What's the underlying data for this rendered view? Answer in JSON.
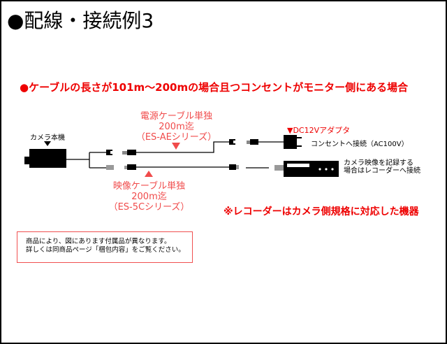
{
  "title": "●配線・接続例3",
  "headline": "●ケーブルの長さが101m〜200mの場合且つコンセントがモニター側にある場合",
  "camera_label": "カメラ本機",
  "power_cable": {
    "line1": "電源ケーブル単独",
    "line2": "200m迄",
    "line3": "（ES-AEシリーズ）"
  },
  "video_cable": {
    "line1": "映像ケーブル単独",
    "line2": "200m迄",
    "line3": "（ES-5Cシリーズ）"
  },
  "adapter_label": "▼DC12Vアダプタ",
  "outlet_label": "コンセントへ接続（AC100V）",
  "recorder_label": {
    "line1": "カメラ映像を記録する",
    "line2": "場合はレコーダーへ接続"
  },
  "recorder_note": "※レコーダーはカメラ側規格に対応した機器",
  "disclaimer": {
    "line1": "商品により、図にあります付属品が異なります。",
    "line2": "詳しくは同商品ページ「梱包内容」をご覧ください。"
  },
  "colors": {
    "accent": "#ee0000",
    "label_red": "#f04b4b"
  }
}
